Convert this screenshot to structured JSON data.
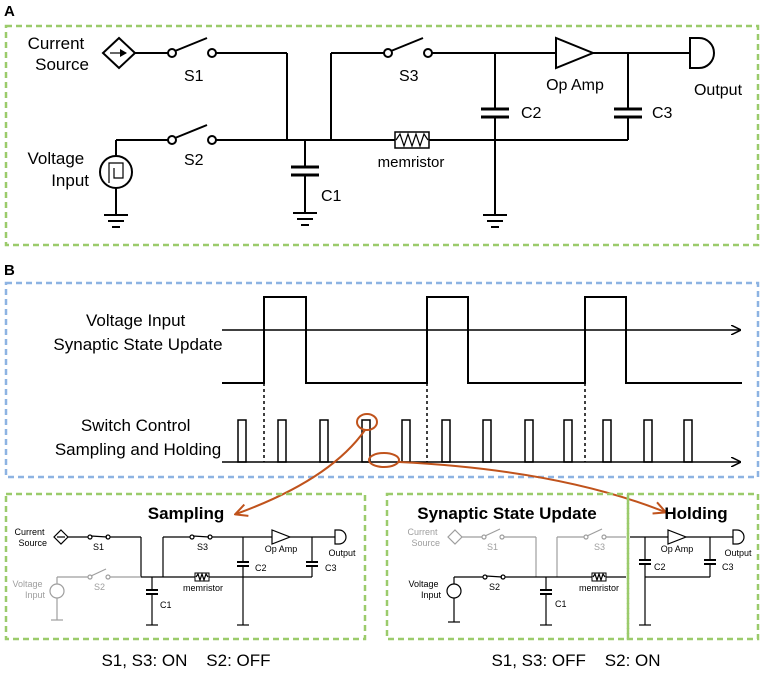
{
  "panel_a": {
    "letter": "A",
    "labels": {
      "current_source": [
        "Current",
        "Source"
      ],
      "voltage_input": [
        "Voltage",
        "Input"
      ],
      "s1": "S1",
      "s2": "S2",
      "s3": "S3",
      "c1": "C1",
      "c2": "C2",
      "c3": "C3",
      "memristor": "memristor",
      "op_amp": "Op Amp",
      "output": "Output"
    }
  },
  "panel_b": {
    "letter": "B",
    "signal_1": [
      "Voltage Input",
      "Synaptic State Update"
    ],
    "signal_2": [
      "Switch Control",
      "Sampling and Holding"
    ]
  },
  "sampling": {
    "title": "Sampling",
    "caption": "S1, S3: ON    S2: OFF"
  },
  "update": {
    "title": "Synaptic State Update",
    "caption": "S1, S3: OFF    S2: ON"
  },
  "holding": {
    "title": "Holding"
  },
  "colors": {
    "green_border": "#9bcb6b",
    "blue_border": "#8db3e2",
    "arrow": "#c0531c",
    "gray": "#9e9e9e"
  }
}
